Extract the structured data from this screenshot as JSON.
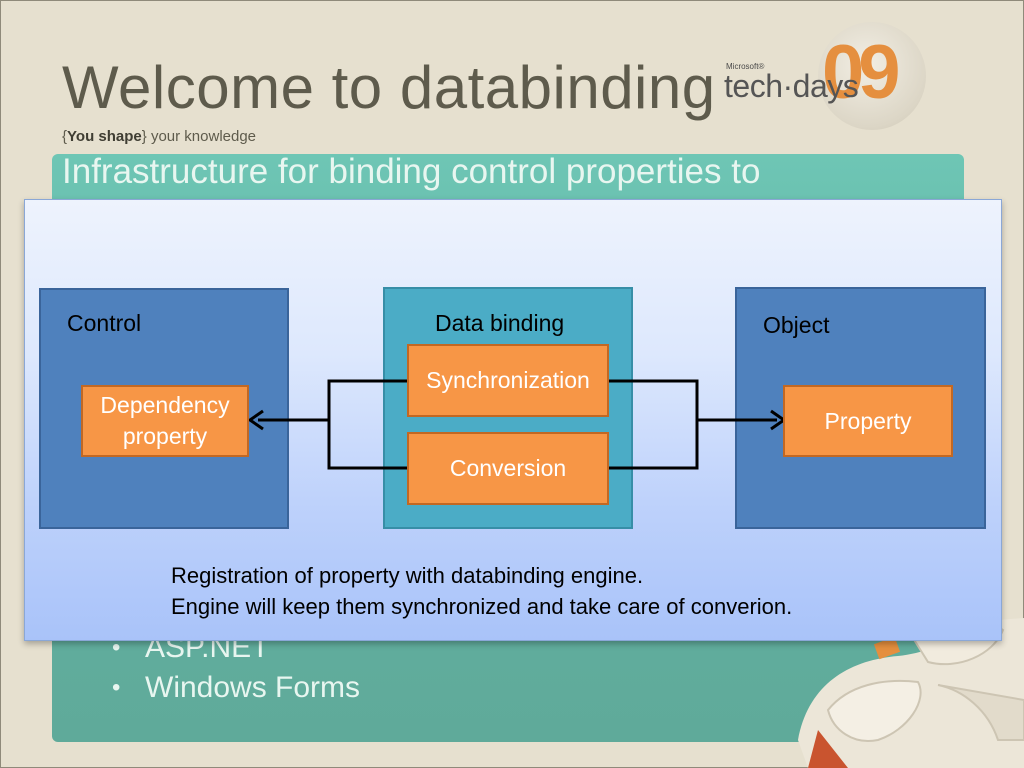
{
  "slide": {
    "title": "Welcome to databinding",
    "tagline": {
      "open_brace": "{",
      "bold": "You shape",
      "close_brace": "}",
      "rest": " your knowledge"
    },
    "heading_partial": "Infrastructure for binding control properties to",
    "bullets": [
      "ASP.NET",
      "Windows Forms"
    ]
  },
  "logo": {
    "microsoft": "Microsoft®",
    "name": "tech·days",
    "number": "09",
    "number_color": "#e58f3f"
  },
  "diagram": {
    "control": {
      "label": "Control",
      "property": [
        "Dependency",
        "property"
      ]
    },
    "binding": {
      "label": "Data binding",
      "synchronization": "Synchronization",
      "conversion": "Conversion"
    },
    "object": {
      "label": "Object",
      "property": "Property"
    },
    "caption": [
      "Registration of property with databinding engine.",
      "Engine will keep them synchronized and take care of converion."
    ],
    "colors": {
      "blue_box": "#4f81bd",
      "teal_box": "#4bacc6",
      "orange_box": "#f79646"
    }
  }
}
